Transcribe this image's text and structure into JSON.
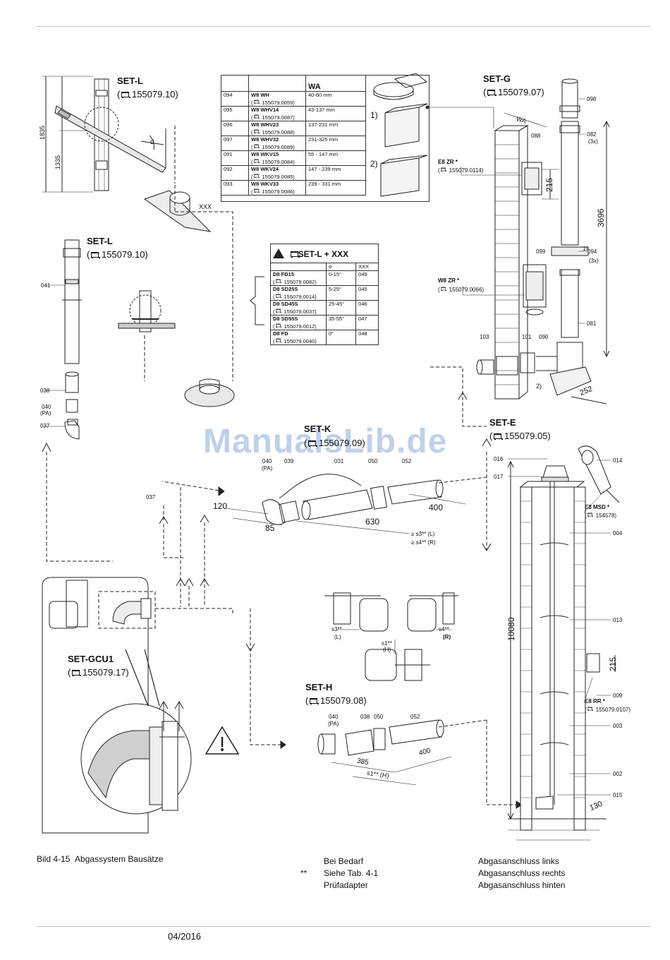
{
  "figure": {
    "caption_number": "Bild 4-15",
    "caption_text": "Abgassystem Bausätze"
  },
  "watermark": "ManualsLib.de",
  "sets": {
    "set_l_top": {
      "title": "SET-L",
      "code": "155079.10"
    },
    "set_l_mid": {
      "title": "SET-L",
      "code": "155079.10"
    },
    "set_g": {
      "title": "SET-G",
      "code": "155079.07"
    },
    "set_k": {
      "title": "SET-K",
      "code": "155079.09"
    },
    "set_e": {
      "title": "SET-E",
      "code": "155079.05"
    },
    "set_gcu1": {
      "title": "SET-GCU1",
      "code": "155079.17"
    },
    "set_h": {
      "title": "SET-H",
      "code": "155079.08"
    }
  },
  "wa_table": {
    "header": "WA",
    "rows": [
      {
        "no": "094",
        "name": "W8  WH",
        "code": "155079.0059",
        "range": "40-60 mm"
      },
      {
        "no": "095",
        "name": "W8 WHV14",
        "code": "155079.0087",
        "range": "43-137 mm"
      },
      {
        "no": "096",
        "name": "W8 WHV23",
        "code": "155079.0088",
        "range": "137-231 mm"
      },
      {
        "no": "097",
        "name": "W8 WHV32",
        "code": "155079.0089",
        "range": "231-325 mm"
      },
      {
        "no": "091",
        "name": "W8 WKV15",
        "code": "155079.0084",
        "range": "55 - 147 mm"
      },
      {
        "no": "092",
        "name": "W8 WKV24",
        "code": "155079.0085",
        "range": "147 - 239 mm"
      },
      {
        "no": "093",
        "name": "W8 WKV33",
        "code": "155079.0086",
        "range": "239 - 331 mm"
      }
    ],
    "marker1": "1)",
    "marker2": "2)"
  },
  "xxx_table": {
    "header": "SET-L + XXX",
    "col_alpha": "α",
    "col_xxx": "XXX",
    "rows": [
      {
        "name": "D8 FD15",
        "code": "155079.0082",
        "alpha": "0-15°",
        "xxx": "049"
      },
      {
        "name": "D8 SD25S",
        "code": "155079.0014",
        "alpha": "5-25°",
        "xxx": "045"
      },
      {
        "name": "D8 SD45S",
        "code": "155079.0037",
        "alpha": "25-45°",
        "xxx": "046"
      },
      {
        "name": "D8 SD55S",
        "code": "155079.0012",
        "alpha": "35-55°",
        "xxx": "047"
      },
      {
        "name": "D8 FD",
        "code": "155079.0040",
        "alpha": "0°",
        "xxx": "048"
      }
    ]
  },
  "labels": {
    "xxx": "XXX",
    "d1835": "1835",
    "d1335": "1335",
    "alpha": "α",
    "n041": "041",
    "n038": "038",
    "n040": "040",
    "pa": "(PA)",
    "n037": "037",
    "n098": "098",
    "n082": "082",
    "x3": "(3x)",
    "n088": "088",
    "e8zr": "E8 ZR *",
    "e8zr_code": "155079.0114",
    "d215a": "215",
    "d3696": "3696",
    "n099": "099",
    "m1": "1)",
    "n094": "094",
    "x3b": "(3x)",
    "w8zr": "W8 ZR *",
    "w8zr_code": "155079.0066",
    "n081": "081",
    "n103": "103",
    "n101": "101",
    "n090": "090",
    "m2": "2)",
    "d252": "252",
    "wa": "WA",
    "k040": "040",
    "k_pa": "(PA)",
    "k039": "039",
    "k031": "031",
    "k050": "050",
    "k052": "052",
    "k037": "037",
    "d120": "120",
    "d85": "85",
    "d630": "630",
    "d400a": "400",
    "s3": "≥ s3** (L)",
    "s4": "≥ s4** (R)",
    "e016": "016",
    "e017": "017",
    "e014": "014",
    "e8msd": "E8 MSD *",
    "e8msd_code": "154578",
    "e004": "004",
    "d10080": "10080",
    "e013": "013",
    "d215b": "215",
    "e009": "009",
    "e8rr": "E8 RR *",
    "e8rr_code": "155079.0107",
    "e003": "003",
    "e002": "002",
    "e015": "015",
    "d130": "130",
    "s3l": "s3**",
    "s3l_sub": "(L)",
    "s4r": "s4**",
    "s4r_sub": "(R)",
    "s1h": "s1**",
    "s1h_sub": "(H)",
    "h040": "040",
    "h_pa": "(PA)",
    "h038": "038",
    "h050": "050",
    "h052": "052",
    "d385": "385",
    "d400b": "400",
    "s1_dim": "s1** (H)"
  },
  "legend": {
    "col1": [
      "Bei Bedarf",
      "Siehe Tab. 4-1",
      "Prüfadapter"
    ],
    "col1_marks": [
      "",
      "**",
      ""
    ],
    "col2": [
      "Abgasanschluss links",
      "Abgasanschluss rechts",
      "Abgasanschluss hinten"
    ]
  },
  "footer": {
    "date": "04/2016"
  }
}
